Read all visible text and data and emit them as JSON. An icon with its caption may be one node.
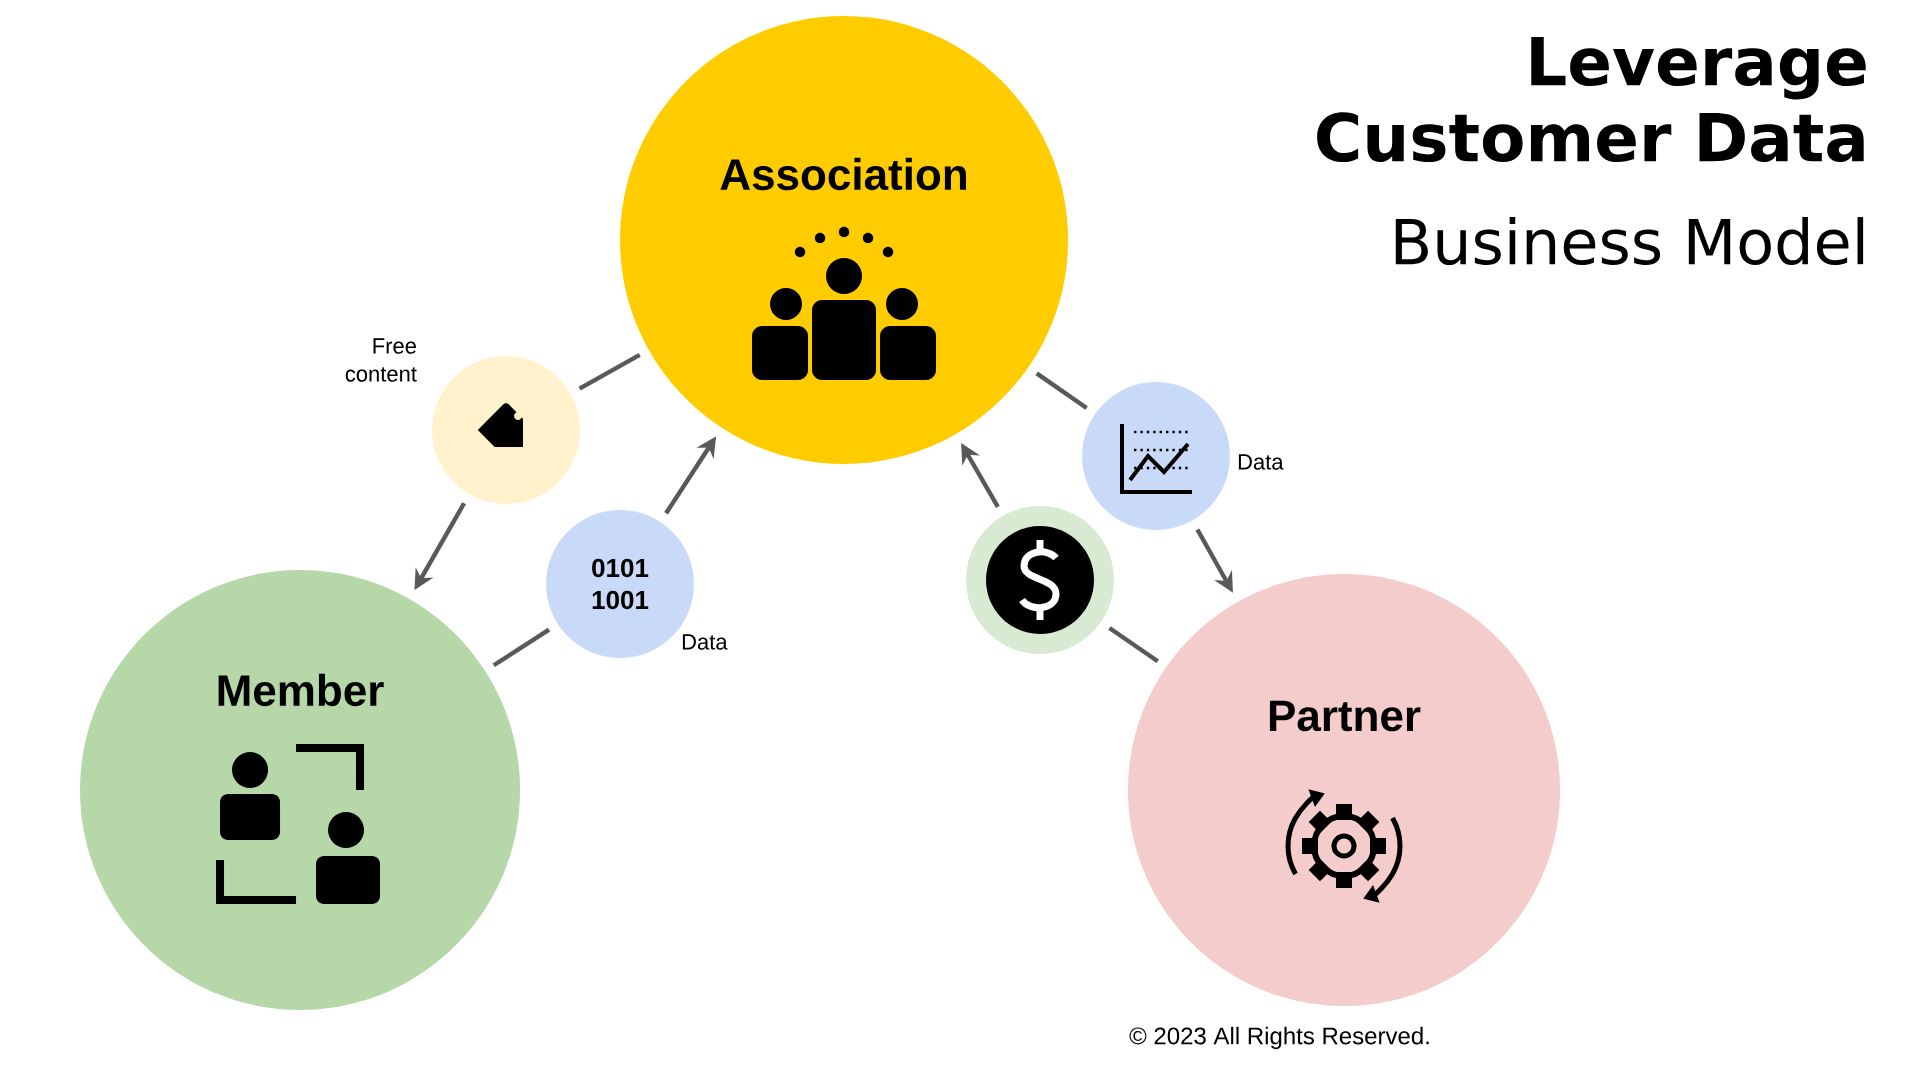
{
  "diagram": {
    "title": "Leverage Customer Data",
    "nodes": [
      {
        "text": [
          "Association"
        ]
      },
      {
        "text": [
          "Member"
        ]
      },
      {
        "text": [
          "Partner"
        ]
      },
      {
        "text": [],
        "shape": "circle",
        "beside": [
          "Free content"
        ]
      },
      {
        "text": [
          "0101 1001"
        ],
        "beside": [
          "Data"
        ]
      },
      {
        "text": [],
        "shape": "circle"
      },
      {
        "text": [],
        "shape": "circle",
        "beside": [
          "Data"
        ]
      }
    ],
    "edges": [
      {
        "from": 0,
        "to": 3,
        "arrow": "none"
      },
      {
        "from": 3,
        "to": 1,
        "arrow": "to"
      },
      {
        "from": 1,
        "to": 4,
        "arrow": "none"
      },
      {
        "from": 4,
        "to": 0,
        "arrow": "to"
      },
      {
        "from": 2,
        "to": 5,
        "arrow": "none"
      },
      {
        "from": 5,
        "to": 0,
        "arrow": "to"
      },
      {
        "from": 0,
        "to": 6,
        "arrow": "none"
      },
      {
        "from": 6,
        "to": 2,
        "arrow": "to"
      }
    ],
    "labels": [
      "Business Model",
      "© 2023 All Rights Reserved."
    ]
  }
}
